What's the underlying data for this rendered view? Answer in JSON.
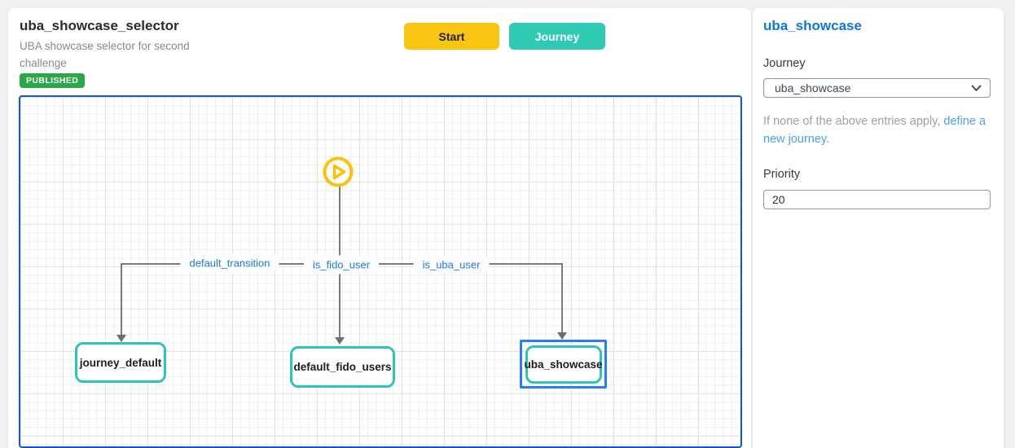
{
  "page": {
    "title": "uba_showcase_selector",
    "description": "UBA showcase selector for second challenge",
    "status_badge": "PUBLISHED"
  },
  "toolbar": {
    "start_label": "Start",
    "journey_label": "Journey"
  },
  "canvas": {
    "start_icon": "play-icon",
    "edges": [
      {
        "label": "default_transition"
      },
      {
        "label": "is_fido_user"
      },
      {
        "label": "is_uba_user"
      }
    ],
    "nodes": [
      {
        "label": "journey_default",
        "selected": false
      },
      {
        "label": "default_fido_users",
        "selected": false
      },
      {
        "label": "uba_showcase",
        "selected": true
      }
    ]
  },
  "panel": {
    "title": "uba_showcase",
    "journey_label": "Journey",
    "journey_select_value": "uba_showcase",
    "hint_text": "If none of the above entries apply, ",
    "hint_link": "define a new journey.",
    "priority_label": "Priority",
    "priority_value": "20"
  },
  "colors": {
    "start_button": "#f9c513",
    "journey_button": "#2fc9b4",
    "published_badge": "#2aa748",
    "canvas_border": "#1356d3",
    "node_border": "#2ec5b6",
    "selection_border": "#2e7bf0",
    "edge_label_text": "#2279df",
    "panel_title": "#1273e6",
    "link": "#4aa0ee",
    "play_icon": "#fcc010"
  }
}
